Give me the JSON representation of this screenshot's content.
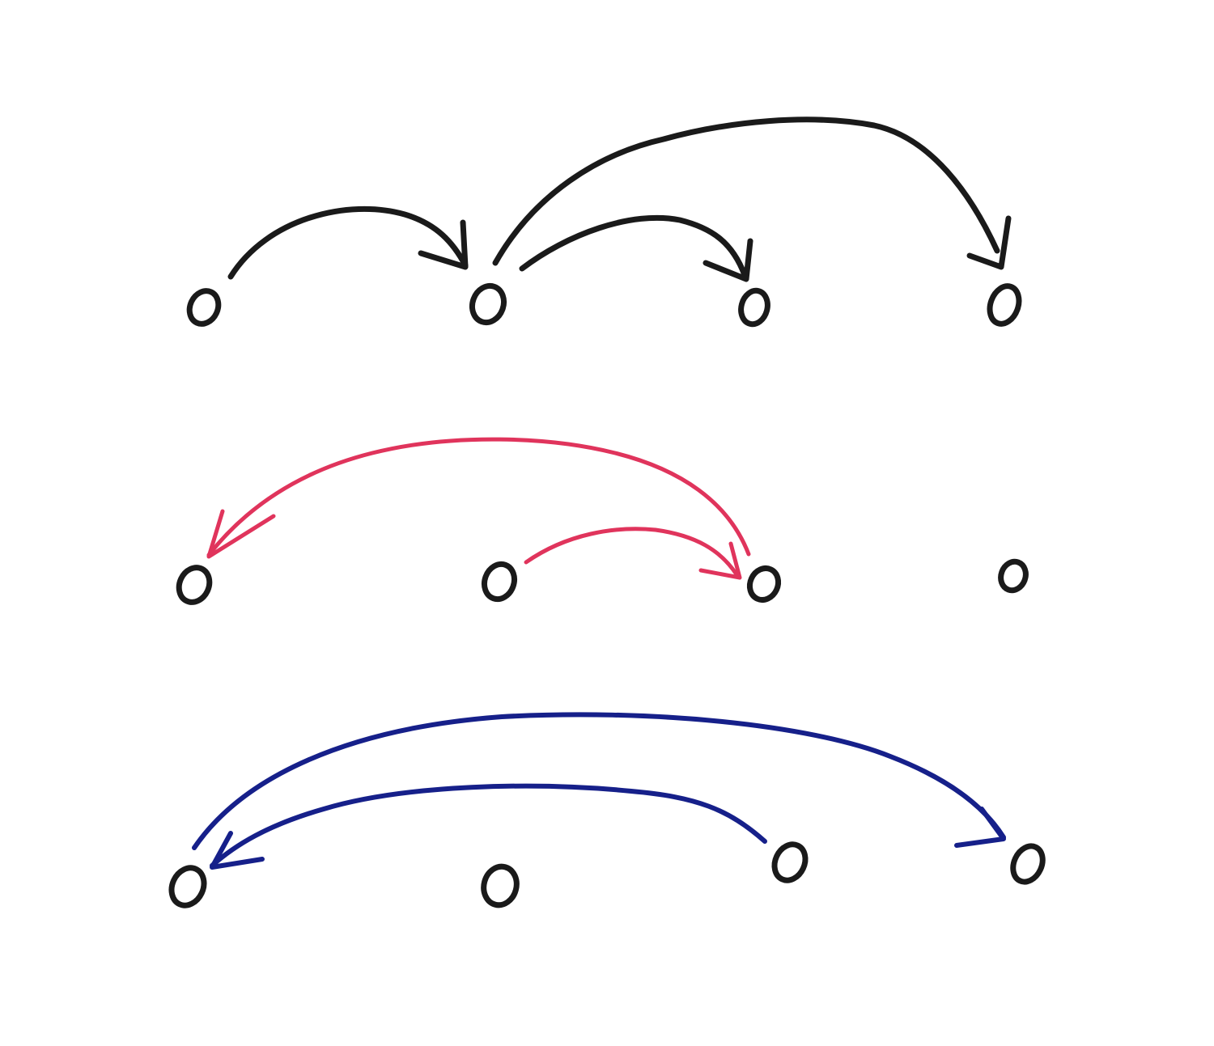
{
  "diagram": {
    "colors": {
      "node": "#1a1a1a",
      "row_top": "#1a1a1a",
      "row_middle": "#e0345c",
      "row_bottom": "#16208a",
      "background": "#ffffff"
    },
    "rows": [
      {
        "id": "top",
        "color_key": "row_top",
        "node_count": 4,
        "edges": [
          {
            "from": 1,
            "to": 2
          },
          {
            "from": 2,
            "to": 3
          },
          {
            "from": 2,
            "to": 4
          }
        ]
      },
      {
        "id": "middle",
        "color_key": "row_middle",
        "node_count": 4,
        "edges": [
          {
            "from": 2,
            "to": 3
          },
          {
            "from": 3,
            "to": 1
          }
        ]
      },
      {
        "id": "bottom",
        "color_key": "row_bottom",
        "node_count": 4,
        "edges": [
          {
            "from": 1,
            "to": 4
          },
          {
            "from": 3,
            "to": 1
          }
        ]
      }
    ]
  }
}
